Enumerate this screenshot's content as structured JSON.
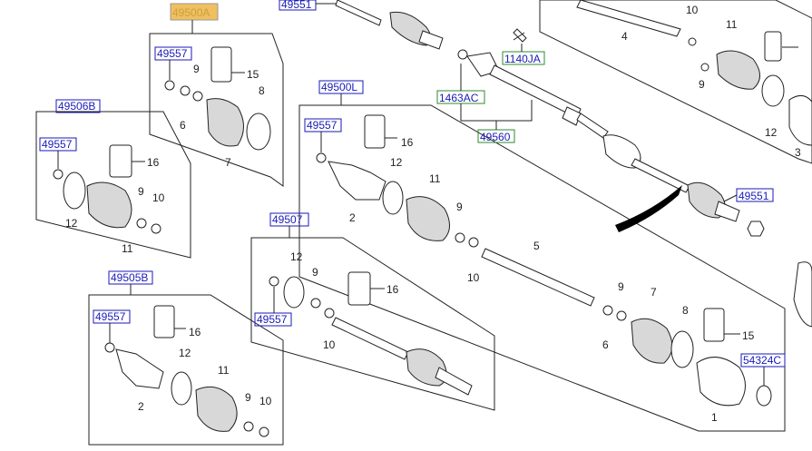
{
  "colors": {
    "code_blue": "#1a1ab8",
    "code_green": "#2e8b2e",
    "highlight": "#f0c060",
    "ink": "#222222"
  },
  "codes": {
    "top_highlight": "49500A",
    "top_right": "49551",
    "c1140": "1140JA",
    "c1463": "1463AC",
    "c49560": "49560",
    "c49551b": "49551",
    "c49500L": "49500L",
    "c49557_a": "49557",
    "c49557_b": "49557",
    "c49557_c": "49557",
    "c49557_d": "49557",
    "c49557_e": "49557",
    "c49506B": "49506B",
    "c49505B": "49505B",
    "c49507": "49507",
    "c54324C": "54324C"
  },
  "nums": {
    "n4": "4",
    "n10a": "10",
    "n11a": "11",
    "n9a": "9",
    "n12a": "12",
    "n3": "3",
    "n15a": "15",
    "n9b": "9",
    "n8a": "8",
    "n6a": "6",
    "n7a": "7",
    "n16a": "16",
    "n12b": "12",
    "n9c": "9",
    "n10b": "10",
    "n11b": "11",
    "n16b": "16",
    "n12c": "12",
    "n2a": "2",
    "n11c": "11",
    "n9d": "9",
    "n10c": "10",
    "n5": "5",
    "n12d": "12",
    "n9e": "9",
    "n16c": "16",
    "n10d": "10",
    "n16d": "16",
    "n12e": "12",
    "n11d": "11",
    "n2b": "2",
    "n9f": "9",
    "n10e": "10",
    "n9g": "9",
    "n7b": "7",
    "n6b": "6",
    "n8b": "8",
    "n15b": "15",
    "n1": "1"
  }
}
